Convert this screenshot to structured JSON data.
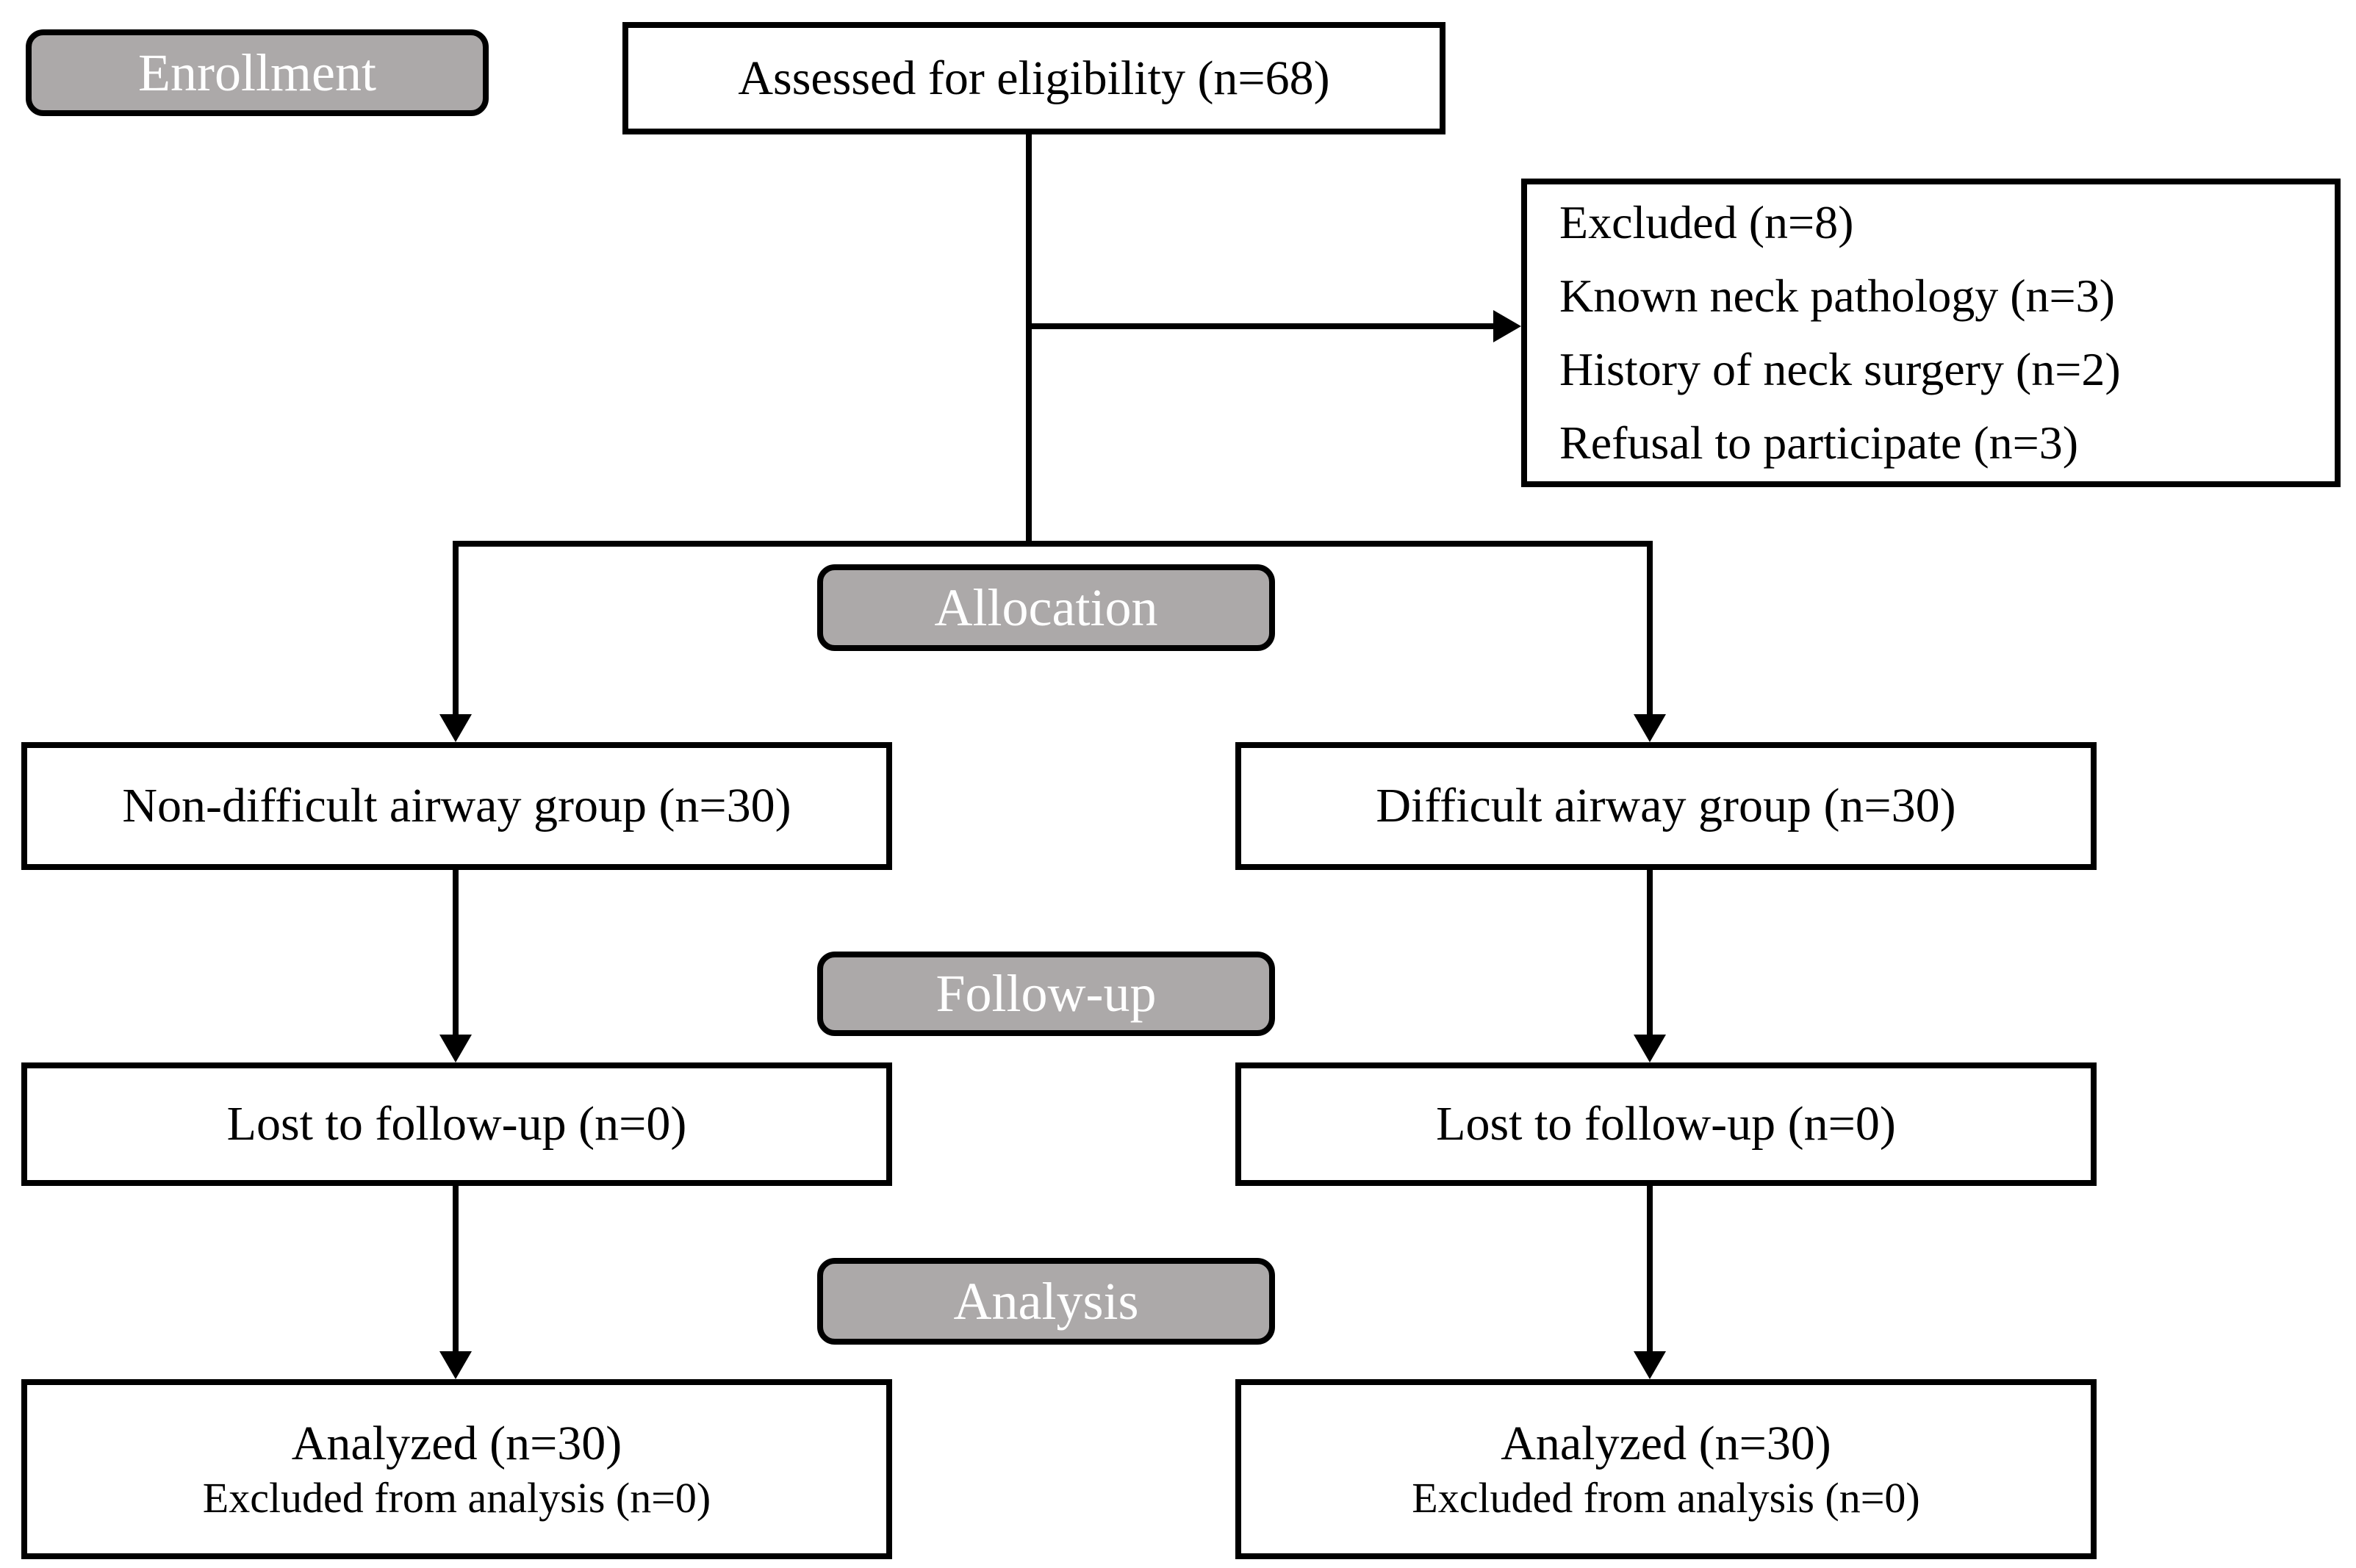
{
  "colors": {
    "stage_label_bg": "#aca9a9",
    "stage_label_text": "#ffffff",
    "line": "#000000",
    "box_bg": "#ffffff",
    "box_text": "#000000"
  },
  "stages": {
    "enrollment": "Enrollment",
    "allocation": "Allocation",
    "followup": "Follow-up",
    "analysis": "Analysis"
  },
  "enrollment": {
    "assessed": "Assessed for eligibility (n=68)",
    "excluded_title": "Excluded (n=8)",
    "excluded_reasons": [
      "Known neck pathology (n=3)",
      "History of neck surgery (n=2)",
      "Refusal to participate (n=3)"
    ]
  },
  "left_arm": {
    "allocation": "Non-difficult airway group (n=30)",
    "followup": "Lost to follow-up (n=0)",
    "analysis_line1": "Analyzed (n=30)",
    "analysis_line2": "Excluded from analysis (n=0)"
  },
  "right_arm": {
    "allocation": "Difficult airway group (n=30)",
    "followup": "Lost to follow-up (n=0)",
    "analysis_line1": "Analyzed (n=30)",
    "analysis_line2": "Excluded from analysis (n=0)"
  }
}
